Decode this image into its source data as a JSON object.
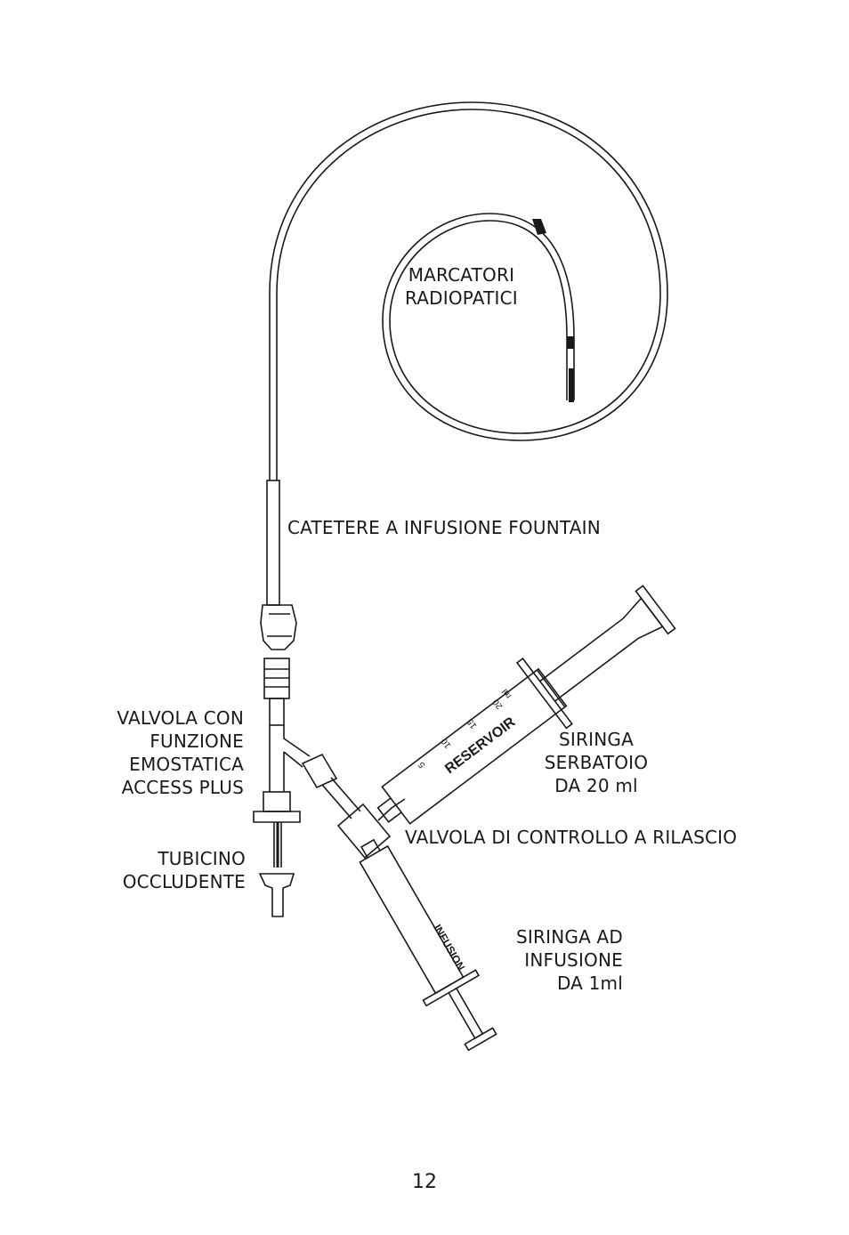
{
  "labels": {
    "markers": [
      "MARCATORI",
      "RADIOPATICI"
    ],
    "catheter": "CATETERE A INFUSIONE FOUNTAIN",
    "valve": [
      "VALVOLA CON",
      "FUNZIONE",
      "EMOSTATICA",
      "ACCESS PLUS"
    ],
    "tube": [
      "TUBICINO",
      "OCCLUDENTE"
    ],
    "reservoir_syringe": [
      "SIRINGA",
      "SERBATOIO",
      "DA 20 ml"
    ],
    "release_valve": "VALVOLA DI CONTROLLO A RILASCIO",
    "infusion_syringe": [
      "SIRINGA AD",
      "INFUSIONE",
      "DA 1ml"
    ]
  },
  "syringe_prints": {
    "reservoir": "RESERVOIR",
    "infusion": "INFUSION",
    "reservoir_scale": [
      "5",
      "10",
      "15",
      "20"
    ],
    "reservoir_unit": "ml"
  },
  "page_number": "12",
  "colors": {
    "line": "#1a1a1a",
    "marker": "#1a1a1a"
  }
}
